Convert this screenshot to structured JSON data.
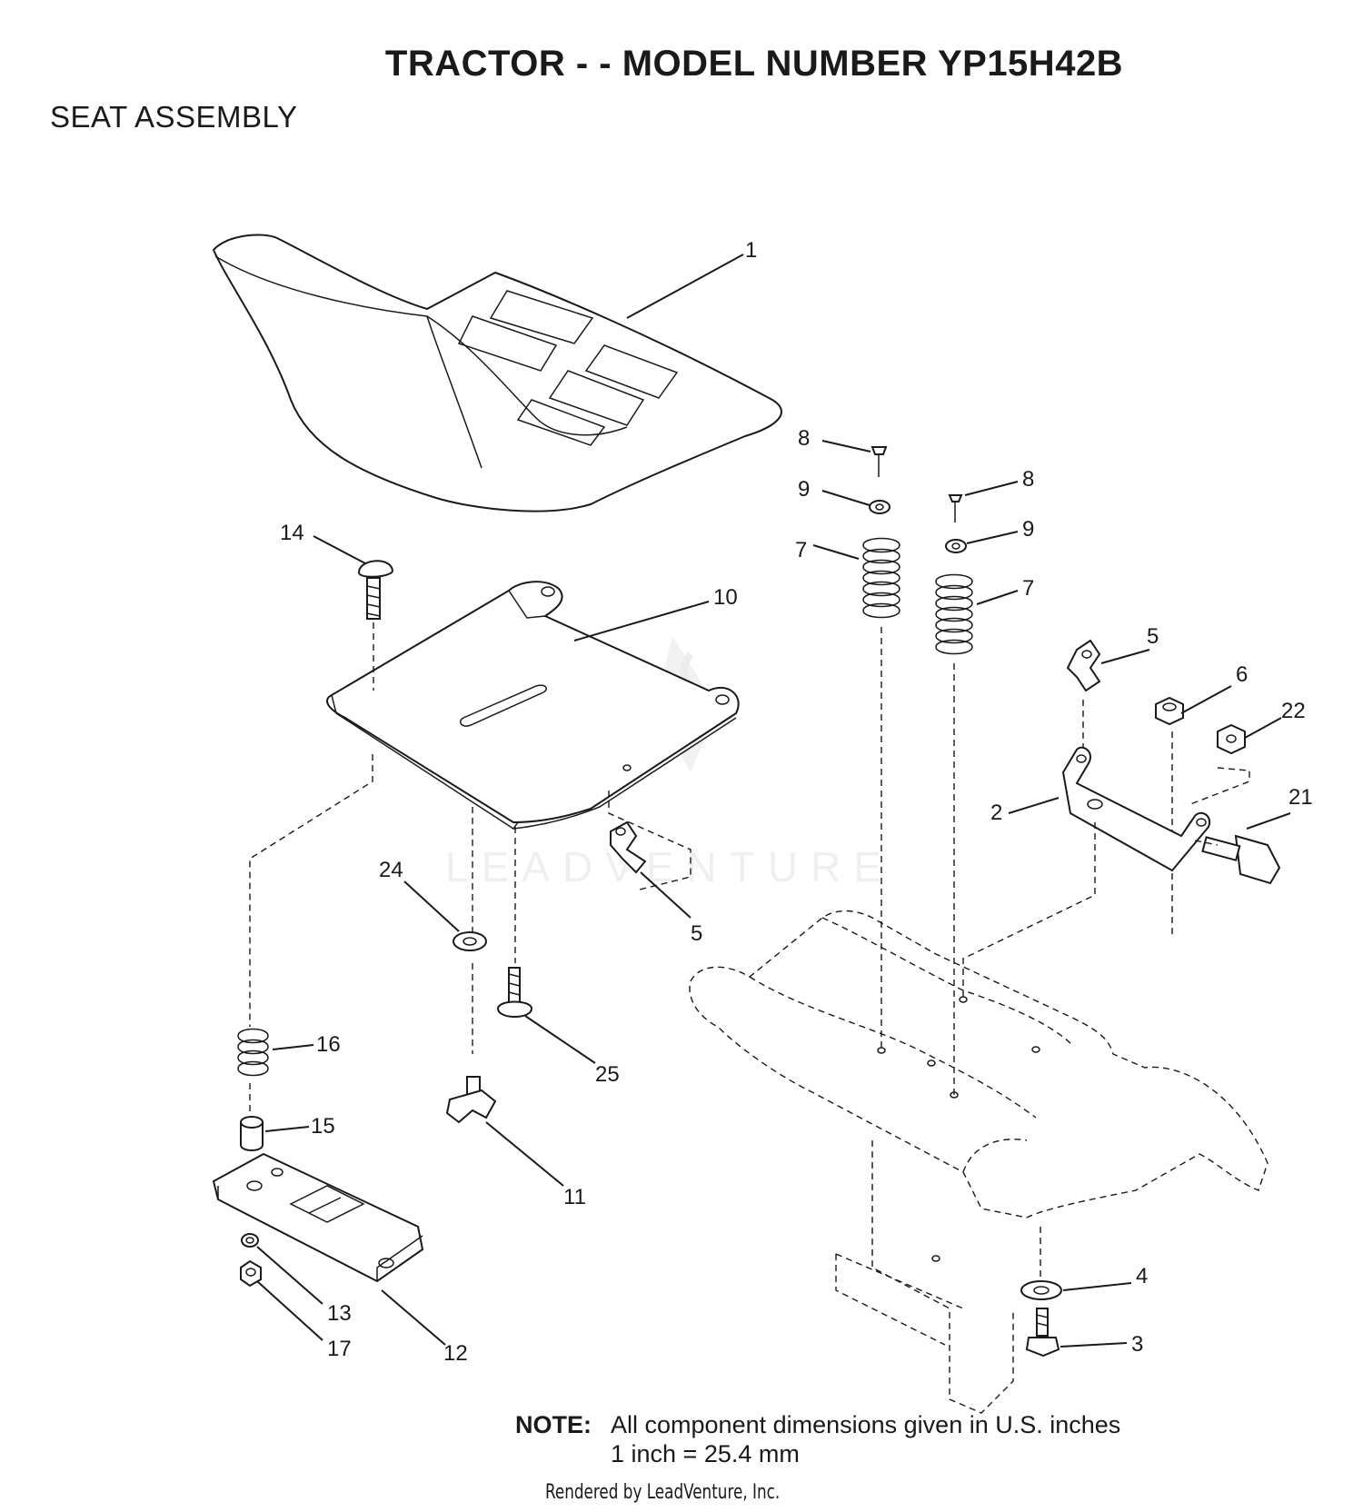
{
  "title": "TRACTOR - - MODEL NUMBER YP15H42B",
  "subtitle": "SEAT ASSEMBLY",
  "note": {
    "label": "NOTE:",
    "line1": "All component dimensions given in U.S. inches",
    "line2": "1 inch = 25.4 mm"
  },
  "rendered_by": "Rendered by LeadVenture, Inc.",
  "watermark": "LEADVENTURE",
  "callouts": [
    "1",
    "2",
    "3",
    "4",
    "5",
    "5",
    "6",
    "7",
    "7",
    "8",
    "8",
    "9",
    "9",
    "10",
    "11",
    "12",
    "13",
    "14",
    "15",
    "16",
    "17",
    "21",
    "22",
    "24",
    "25"
  ]
}
